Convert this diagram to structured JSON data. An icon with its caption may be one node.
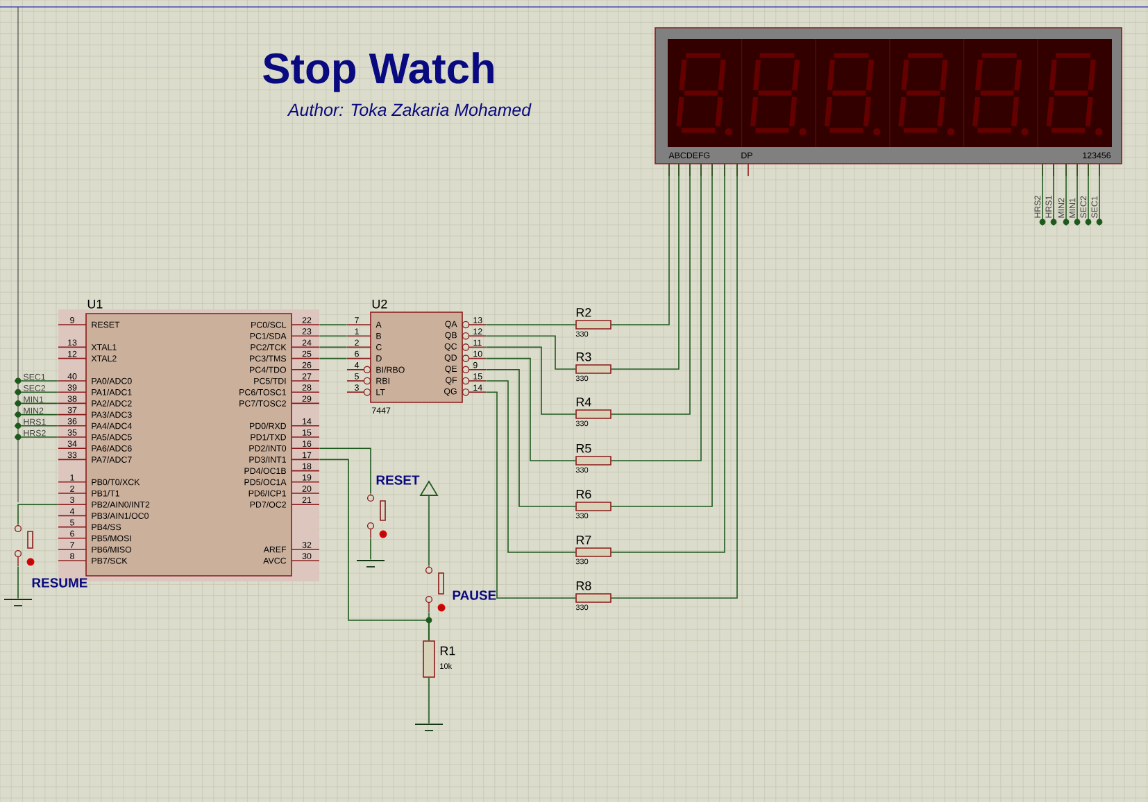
{
  "diagram": {
    "title": "Stop Watch",
    "nodes": [
      {
        "text": [
          "U1",
          "RESET",
          "XTAL1",
          "XTAL2",
          "PA0/ADC0",
          "PA1/ADC1",
          "PA2/ADC2",
          "PA3/ADC3",
          "PA4/ADC4",
          "PA5/ADC5",
          "PA6/ADC6",
          "PA7/ADC7",
          "PB0/T0/XCK",
          "PB1/T1",
          "PB2/AIN0/INT2",
          "PB3/AIN1/OC0",
          "PB4/SS",
          "PB5/MOSI",
          "PB6/MISO",
          "PB7/SCK",
          "PC0/SCL",
          "PC1/SDA",
          "PC2/TCK",
          "PC3/TMS",
          "PC4/TDO",
          "PC5/TDI",
          "PC6/TOSC1",
          "PC7/TOSC2",
          "PD0/RXD",
          "PD1/TXD",
          "PD2/INT0",
          "PD3/INT1",
          "PD4/OC1B",
          "PD5/OC1A",
          "PD6/ICP1",
          "PD7/OC2",
          "AREF",
          "AVCC",
          "9",
          "13",
          "12",
          "40",
          "39",
          "38",
          "37",
          "36",
          "35",
          "34",
          "33",
          "1",
          "2",
          "3",
          "4",
          "5",
          "6",
          "7",
          "8",
          "22",
          "23",
          "24",
          "25",
          "26",
          "27",
          "28",
          "29",
          "14",
          "15",
          "16",
          "17",
          "18",
          "19",
          "20",
          "21",
          "32",
          "30"
        ]
      },
      {
        "text": [
          "U2",
          "A",
          "B",
          "C",
          "D",
          "BI/RBO",
          "RBI",
          "LT",
          "QA",
          "QB",
          "QC",
          "QD",
          "QE",
          "QF",
          "QG",
          "7447",
          "7",
          "1",
          "2",
          "6",
          "4",
          "5",
          "3",
          "13",
          "12",
          "11",
          "10",
          "9",
          "15",
          "14"
        ]
      },
      {
        "text": [
          "ABCDEFG",
          "DP",
          "123456"
        ]
      },
      {
        "text": [
          "R2",
          "330"
        ]
      },
      {
        "text": [
          "R3",
          "330"
        ]
      },
      {
        "text": [
          "R4",
          "330"
        ]
      },
      {
        "text": [
          "R5",
          "330"
        ]
      },
      {
        "text": [
          "R6",
          "330"
        ]
      },
      {
        "text": [
          "R7",
          "330"
        ]
      },
      {
        "text": [
          "R8",
          "330"
        ]
      },
      {
        "text": [
          "R1",
          "10k"
        ]
      },
      {
        "text": [],
        "shape": "switch"
      },
      {
        "text": [],
        "shape": "switch"
      },
      {
        "text": [],
        "shape": "switch"
      },
      {
        "text": [],
        "shape": "ground"
      },
      {
        "text": [],
        "shape": "ground"
      },
      {
        "text": [],
        "shape": "ground"
      },
      {
        "text": [],
        "shape": "triangle"
      },
      {
        "text": [
          "SEC1"
        ]
      },
      {
        "text": [
          "SEC2"
        ]
      },
      {
        "text": [
          "MIN1"
        ]
      },
      {
        "text": [
          "MIN2"
        ]
      },
      {
        "text": [
          "HRS1"
        ]
      },
      {
        "text": [
          "HRS2"
        ]
      },
      {
        "text": [
          "HRS2"
        ]
      },
      {
        "text": [
          "HRS1"
        ]
      },
      {
        "text": [
          "MIN2"
        ]
      },
      {
        "text": [
          "MIN1"
        ]
      },
      {
        "text": [
          "SEC2"
        ]
      },
      {
        "text": [
          "SEC1"
        ]
      }
    ],
    "edges": [
      {
        "from": 0,
        "to": 1,
        "arrow": "none"
      },
      {
        "from": 0,
        "to": 1,
        "arrow": "none"
      },
      {
        "from": 0,
        "to": 1,
        "arrow": "none"
      },
      {
        "from": 0,
        "to": 1,
        "arrow": "none"
      },
      {
        "from": 1,
        "to": 3,
        "arrow": "none"
      },
      {
        "from": 1,
        "to": 4,
        "arrow": "none"
      },
      {
        "from": 1,
        "to": 5,
        "arrow": "none"
      },
      {
        "from": 1,
        "to": 6,
        "arrow": "none"
      },
      {
        "from": 1,
        "to": 7,
        "arrow": "none"
      },
      {
        "from": 1,
        "to": 8,
        "arrow": "none"
      },
      {
        "from": 1,
        "to": 9,
        "arrow": "none"
      },
      {
        "from": 3,
        "to": 2,
        "arrow": "none"
      },
      {
        "from": 4,
        "to": 2,
        "arrow": "none"
      },
      {
        "from": 5,
        "to": 2,
        "arrow": "none"
      },
      {
        "from": 6,
        "to": 2,
        "arrow": "none"
      },
      {
        "from": 7,
        "to": 2,
        "arrow": "none"
      },
      {
        "from": 8,
        "to": 2,
        "arrow": "none"
      },
      {
        "from": 9,
        "to": 2,
        "arrow": "none"
      },
      {
        "from": 18,
        "to": 0,
        "arrow": "none"
      },
      {
        "from": 19,
        "to": 0,
        "arrow": "none"
      },
      {
        "from": 20,
        "to": 0,
        "arrow": "none"
      },
      {
        "from": 21,
        "to": 0,
        "arrow": "none"
      },
      {
        "from": 22,
        "to": 0,
        "arrow": "none"
      },
      {
        "from": 23,
        "to": 0,
        "arrow": "none"
      },
      {
        "from": 2,
        "to": 24,
        "arrow": "none"
      },
      {
        "from": 2,
        "to": 25,
        "arrow": "none"
      },
      {
        "from": 2,
        "to": 26,
        "arrow": "none"
      },
      {
        "from": 2,
        "to": 27,
        "arrow": "none"
      },
      {
        "from": 2,
        "to": 28,
        "arrow": "none"
      },
      {
        "from": 2,
        "to": 29,
        "arrow": "none"
      },
      {
        "from": 0,
        "to": 11,
        "arrow": "none"
      },
      {
        "from": 11,
        "to": 14,
        "arrow": "none"
      },
      {
        "from": 0,
        "to": 10,
        "arrow": "none"
      },
      {
        "from": 17,
        "to": 12,
        "arrow": "none"
      },
      {
        "from": 12,
        "to": 10,
        "arrow": "none"
      },
      {
        "from": 10,
        "to": 15,
        "arrow": "none"
      },
      {
        "from": 0,
        "to": 13,
        "arrow": "none"
      },
      {
        "from": 13,
        "to": 16,
        "arrow": "none"
      }
    ],
    "labels": [
      "Author: Toka Zakaria Mohamed",
      "RESET",
      "PAUSE",
      "RESUME"
    ]
  }
}
